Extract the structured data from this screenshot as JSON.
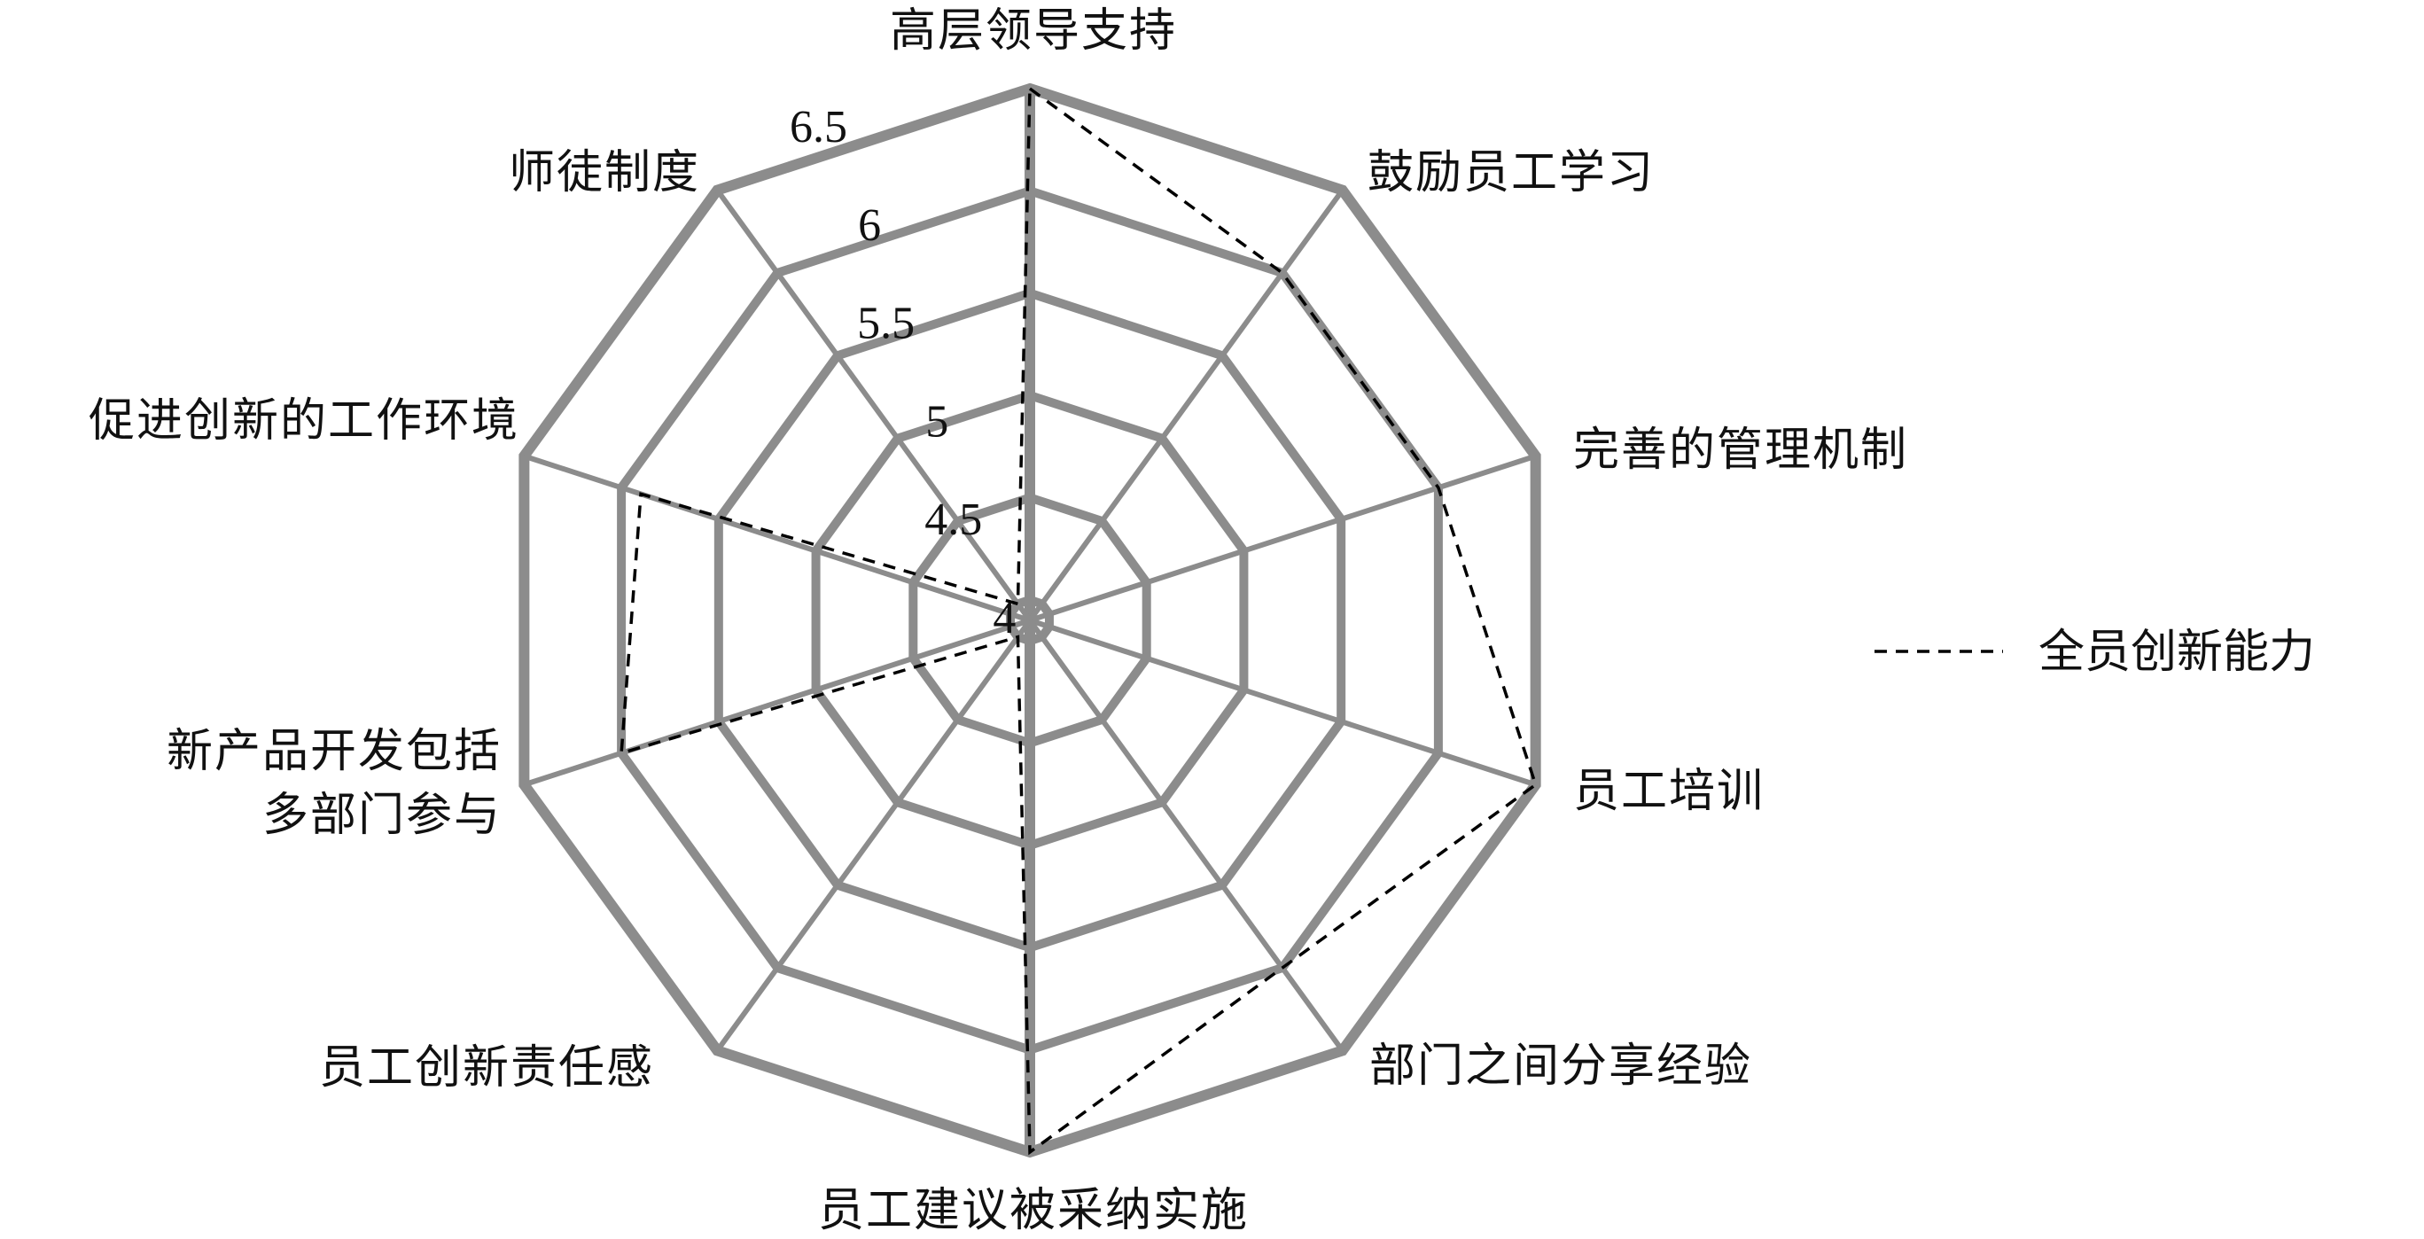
{
  "chart_data": {
    "type": "radar",
    "title": "",
    "categories": [
      "高层领导支持",
      "鼓励员工学习",
      "完善的管理机制",
      "员工培训",
      "部门之间分享经验",
      "员工建议被采纳实施",
      "员工创新责任感",
      "新产品开发包括\n多部门参与",
      "促进创新的工作环境",
      "师徒制度"
    ],
    "category_lines": [
      [
        "高层领导支持"
      ],
      [
        "鼓励员工学习"
      ],
      [
        "完善的管理机制"
      ],
      [
        "员工培训"
      ],
      [
        "部门之间分享经验"
      ],
      [
        "员工建议被采纳实施"
      ],
      [
        "员工创新责任感"
      ],
      [
        "新产品开发包括",
        "多部门参与"
      ],
      [
        "促进创新的工作环境"
      ],
      [
        "师徒制度"
      ]
    ],
    "rlim": [
      3.9,
      6.5
    ],
    "ticks": [
      4,
      4.5,
      5,
      5.5,
      6,
      6.5
    ],
    "tick_labels": [
      "4",
      "4.5",
      "5",
      "5.5",
      "6",
      "6.5"
    ],
    "grid": true,
    "legend_position": "right",
    "series": [
      {
        "name": "全员创新能力",
        "values": [
          6.5,
          6.0,
          6.0,
          6.5,
          6.0,
          6.5,
          4.0,
          6.0,
          5.9,
          4.0
        ]
      }
    ],
    "colors": {
      "grid": "#8c8c8c",
      "series": "#000000",
      "text": "#111111"
    }
  }
}
